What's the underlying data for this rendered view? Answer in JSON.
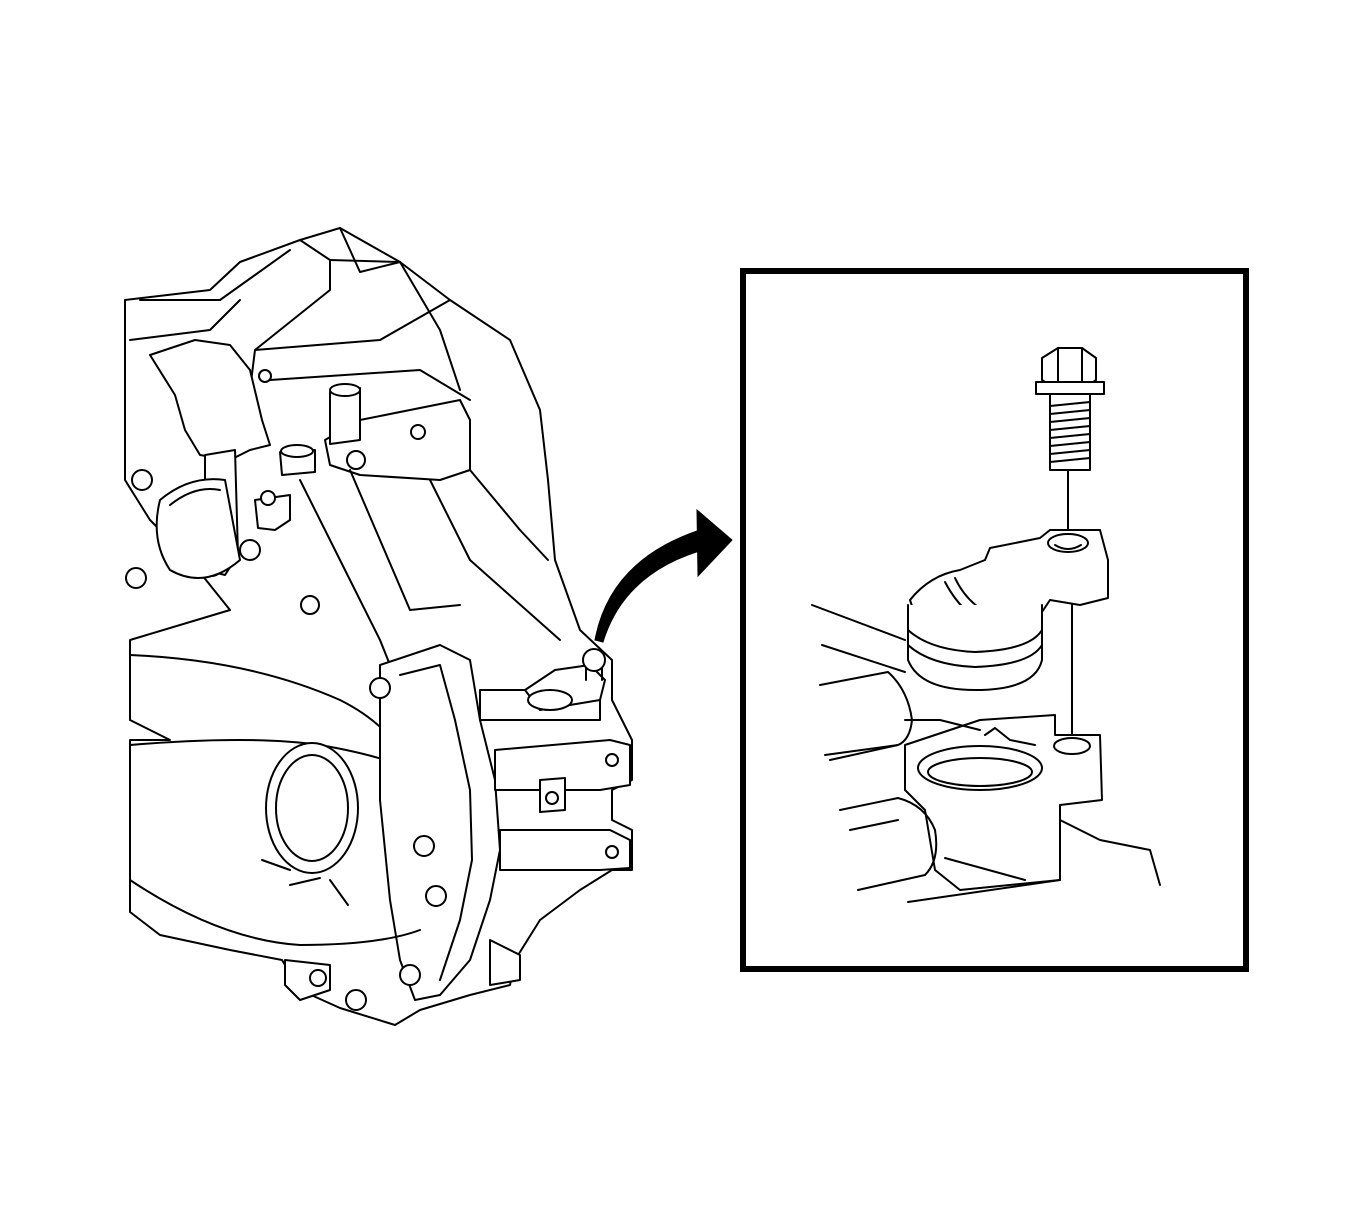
{
  "figure": {
    "main_view": "transaxle-assembly",
    "detail_view": "shift-lever-bracket-bolt",
    "callout": "arrow-to-detail",
    "colors": {
      "background": "#ffffff",
      "line": "#000000"
    }
  }
}
